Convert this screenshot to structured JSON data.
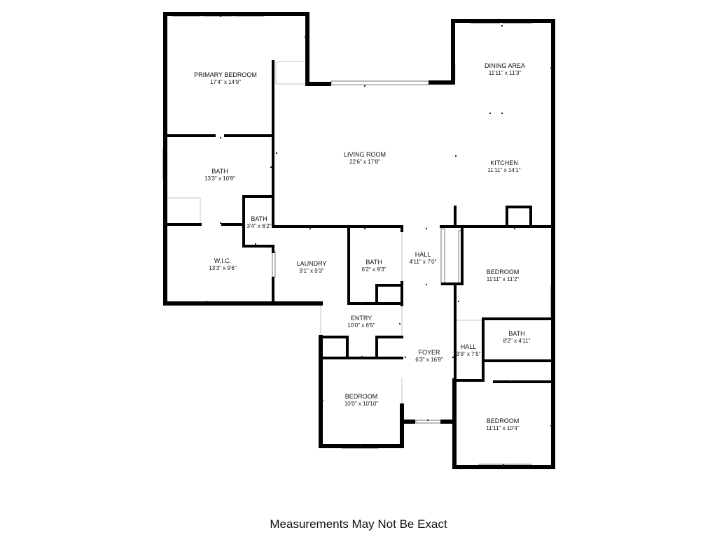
{
  "footer": {
    "disclaimer": "Measurements May Not Be Exact"
  },
  "rooms": {
    "primary_bedroom": {
      "name": "PRIMARY BEDROOM",
      "dims": "17'4\" x 14'9\""
    },
    "dining_area": {
      "name": "DINING AREA",
      "dims": "11'11\" x 11'3\""
    },
    "living_room": {
      "name": "LIVING ROOM",
      "dims": "22'6\" x 17'8\""
    },
    "kitchen": {
      "name": "KITCHEN",
      "dims": "11'11\" x 14'1\""
    },
    "primary_bath": {
      "name": "BATH",
      "dims": "13'3\" x 10'9\""
    },
    "small_bath": {
      "name": "BATH",
      "dims": "3'4\" x 6'2\""
    },
    "wic": {
      "name": "W.I.C.",
      "dims": "13'3\" x 9'6\""
    },
    "laundry": {
      "name": "LAUNDRY",
      "dims": "9'1\" x 9'3\""
    },
    "hall_bath": {
      "name": "BATH",
      "dims": "6'2\" x 9'3\""
    },
    "hall_upper": {
      "name": "HALL",
      "dims": "4'11\" x 7'0\""
    },
    "bedroom_right_upper": {
      "name": "BEDROOM",
      "dims": "11'11\" x 11'2\""
    },
    "entry": {
      "name": "ENTRY",
      "dims": "10'0\" x 6'5\""
    },
    "bath_right": {
      "name": "BATH",
      "dims": "8'2\" x 4'11\""
    },
    "foyer": {
      "name": "FOYER",
      "dims": "6'3\" x 16'9\""
    },
    "hall_lower": {
      "name": "HALL",
      "dims": "3'9\" x 7'5\""
    },
    "bedroom_left_lower": {
      "name": "BEDROOM",
      "dims": "10'0\" x 10'10\""
    },
    "bedroom_right_lower": {
      "name": "BEDROOM",
      "dims": "11'11\" x 10'4\""
    }
  }
}
